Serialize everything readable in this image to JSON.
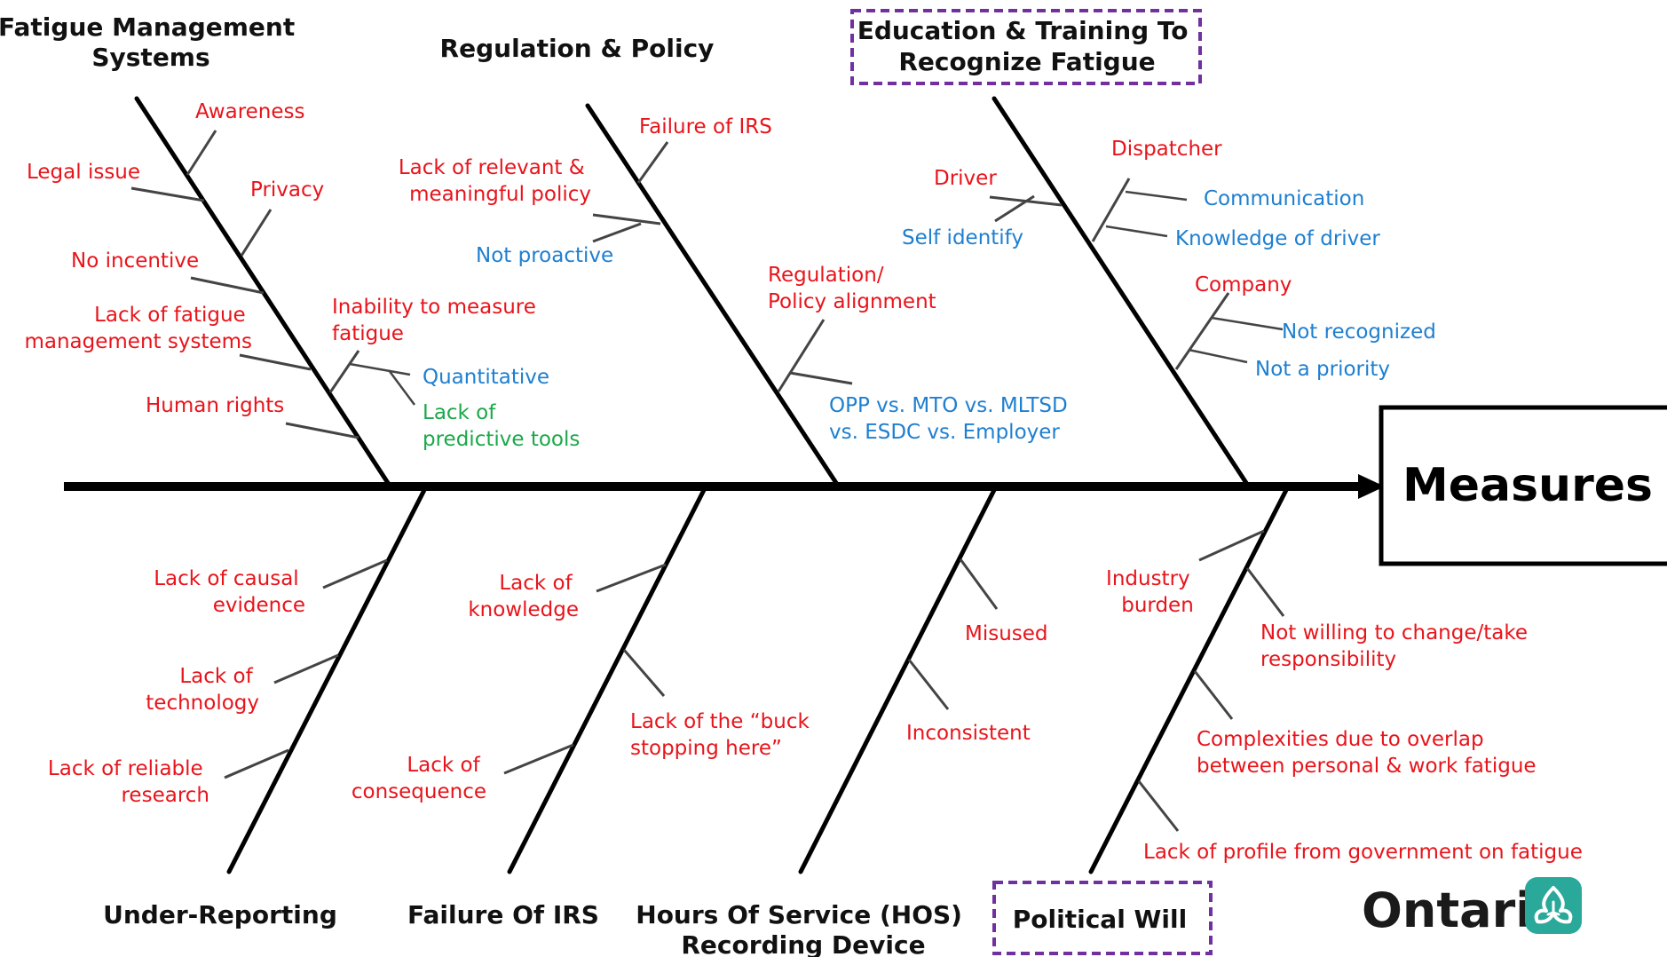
{
  "effect": "Measures",
  "logo": {
    "text": "Ontario",
    "icon": "ontario-trillium-icon",
    "icon_color": "#2aa89a"
  },
  "colors": {
    "cause": "#e8141b",
    "sub_cause": "#1e7fd0",
    "tool": "#1ba84a",
    "highlight_box": "#7030a0"
  },
  "categories": {
    "fatigue_mgmt": [
      "Fatigue Management",
      "Systems"
    ],
    "regulation": "Regulation & Policy",
    "education": [
      "Education & Training To",
      "Recognize Fatigue"
    ],
    "under_reporting": "Under-Reporting",
    "failure_irs": "Failure Of IRS",
    "hos": [
      "Hours Of Service (HOS)",
      "Recording Device"
    ],
    "political": "Political Will"
  },
  "causes": {
    "awareness": "Awareness",
    "legal_issue": "Legal issue",
    "privacy": "Privacy",
    "no_incentive": "No incentive",
    "lack_fms": [
      "Lack of fatigue",
      "management systems"
    ],
    "inability": [
      "Inability to measure",
      "fatigue"
    ],
    "quantitative": "Quantitative",
    "predictive": [
      "Lack of",
      "predictive tools"
    ],
    "human_rights": "Human rights",
    "failure_of_irs": "Failure of IRS",
    "relevant_policy": [
      "Lack of relevant &",
      "meaningful policy"
    ],
    "not_proactive": "Not proactive",
    "reg_alignment": [
      "Regulation/",
      "Policy alignment"
    ],
    "opp": [
      "OPP vs. MTO vs. MLTSD",
      "vs. ESDC vs. Employer"
    ],
    "driver": "Driver",
    "self_identify": "Self identify",
    "dispatcher": "Dispatcher",
    "communication": "Communication",
    "knowledge_driver": "Knowledge of driver",
    "company": "Company",
    "not_recognized": "Not recognized",
    "not_priority": "Not a priority",
    "causal": [
      "Lack of causal",
      "evidence"
    ],
    "technology": [
      "Lack of",
      "technology"
    ],
    "research": [
      "Lack of reliable",
      "research"
    ],
    "knowledge": [
      "Lack of",
      "knowledge"
    ],
    "buck": [
      "Lack of the “buck",
      "stopping here”"
    ],
    "consequence": [
      "Lack of",
      "consequence"
    ],
    "misused": "Misused",
    "inconsistent": "Inconsistent",
    "industry_burden": [
      "Industry",
      "burden"
    ],
    "not_willing": [
      "Not willing to change/take",
      "responsibility"
    ],
    "complexities": [
      "Complexities due to overlap",
      "between personal & work fatigue"
    ],
    "gov_profile": "Lack of profile from government on fatigue"
  }
}
